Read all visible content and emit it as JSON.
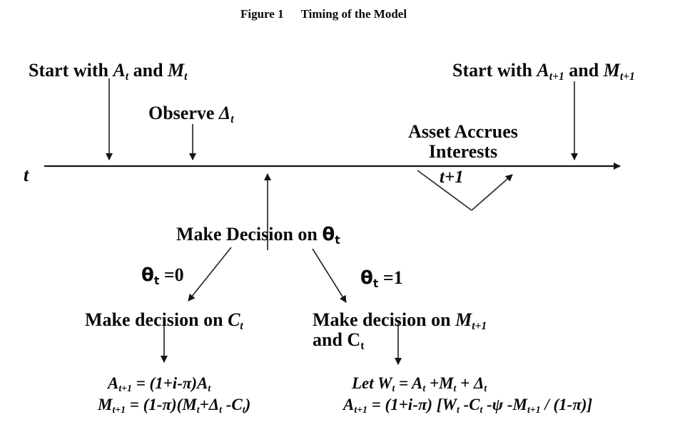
{
  "title": {
    "figure": "Figure 1",
    "text": "Timing of the Model"
  },
  "timeline": {
    "t_label": "t",
    "t_plus_1_label": "t+1"
  },
  "labels": {
    "start_left": [
      "Start with ",
      "A",
      "t",
      " and ",
      "M",
      "t"
    ],
    "start_right": [
      "Start with ",
      "A",
      "t+1",
      " and ",
      "M",
      "t+1"
    ],
    "observe": [
      "Observe ",
      "Δ",
      "t"
    ],
    "asset_accrues": {
      "line1": "Asset Accrues",
      "line2": "Interests"
    },
    "make_decision_theta": [
      "Make Decision on ",
      "θ",
      "t"
    ],
    "theta_zero": [
      "θ",
      "t",
      " =0"
    ],
    "theta_one": [
      "θ",
      "t",
      " =1"
    ],
    "make_decision_c": [
      "Make decision on ",
      "C",
      "t"
    ],
    "make_decision_m": {
      "line1": [
        "Make decision on ",
        "M",
        "t+1"
      ],
      "line2": [
        "and C",
        "t"
      ]
    }
  },
  "formulas": {
    "left": [
      [
        "A",
        "t+1",
        " = (1+i-π)A",
        "t"
      ],
      [
        "M",
        "t+1",
        " = (1-π)(M",
        "t",
        "+Δ",
        "t",
        " -C",
        "t",
        ")"
      ]
    ],
    "right": [
      [
        "Let W",
        "t",
        " = A",
        "t",
        " +M",
        "t",
        " + Δ",
        "t"
      ],
      [
        "A",
        "t+1",
        " = (1+i-π) [W",
        "t",
        " -C",
        "t",
        " -ψ -M",
        "t+1",
        " / (1-π)]"
      ]
    ]
  }
}
